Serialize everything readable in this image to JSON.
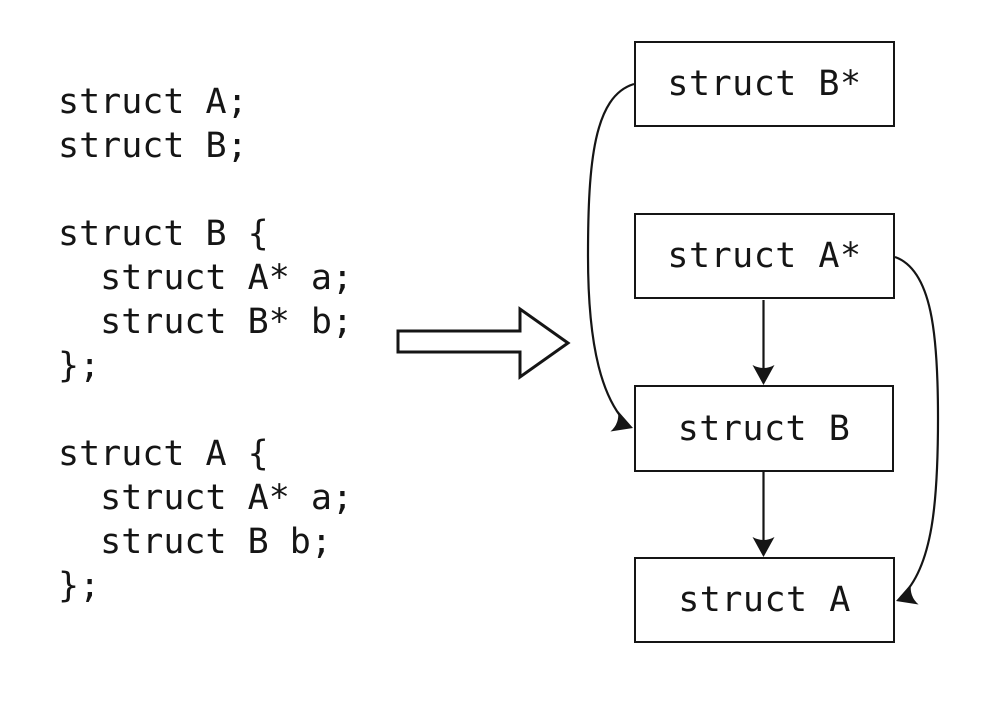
{
  "code": {
    "text": "struct A;\nstruct B;\n\nstruct B {\n  struct A* a;\n  struct B* b;\n};\n\nstruct A {\n  struct A* a;\n  struct B b;\n};"
  },
  "transform_arrow": {
    "meaning": "compiles-to"
  },
  "diagram": {
    "boxes": [
      {
        "id": "struct-b-ptr",
        "label": "struct B*"
      },
      {
        "id": "struct-a-ptr",
        "label": "struct A*"
      },
      {
        "id": "struct-b",
        "label": "struct B"
      },
      {
        "id": "struct-a",
        "label": "struct A"
      }
    ],
    "edges": [
      {
        "from": "struct B*",
        "to": "struct B"
      },
      {
        "from": "struct A*",
        "to": "struct B"
      },
      {
        "from": "struct A*",
        "to": "struct A"
      },
      {
        "from": "struct B",
        "to": "struct A"
      }
    ]
  },
  "colors": {
    "background": "#ffffff",
    "stroke": "#151515",
    "text": "#151515"
  }
}
